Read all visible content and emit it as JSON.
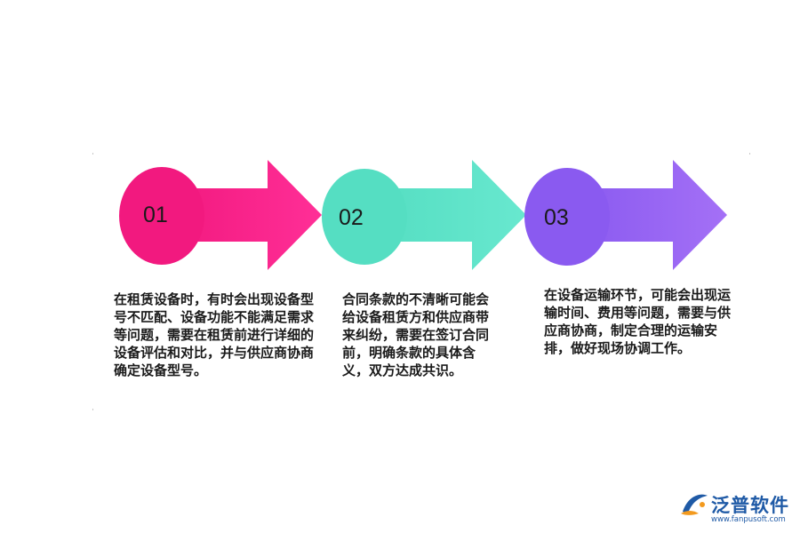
{
  "steps": [
    {
      "number": "01",
      "color": "#F5218A",
      "text": "在租赁设备时，有时会出现设备型号不匹配、设备功能不能满足需求等问题，需要在租赁前进行详细的设备评估和对比，并与供应商协商确定设备型号。"
    },
    {
      "number": "02",
      "color": "#5EE3C8",
      "text": "合同条款的不清晰可能会给设备租赁方和供应商带来纠纷，需要在签订合同前，明确条款的具体含义，双方达成共识。"
    },
    {
      "number": "03",
      "color": "#9966F2",
      "text": "在设备运输环节，可能会出现运输时间、费用等问题，需要与供应商协商，制定合理的运输安排，做好现场协调工作。"
    }
  ],
  "logo": {
    "name": "泛普软件",
    "url": "www.fanpusoft.com",
    "icon": "fanpu-logo-icon",
    "colors": {
      "blue": "#1F5AA6",
      "orange": "#F39A1E"
    }
  }
}
